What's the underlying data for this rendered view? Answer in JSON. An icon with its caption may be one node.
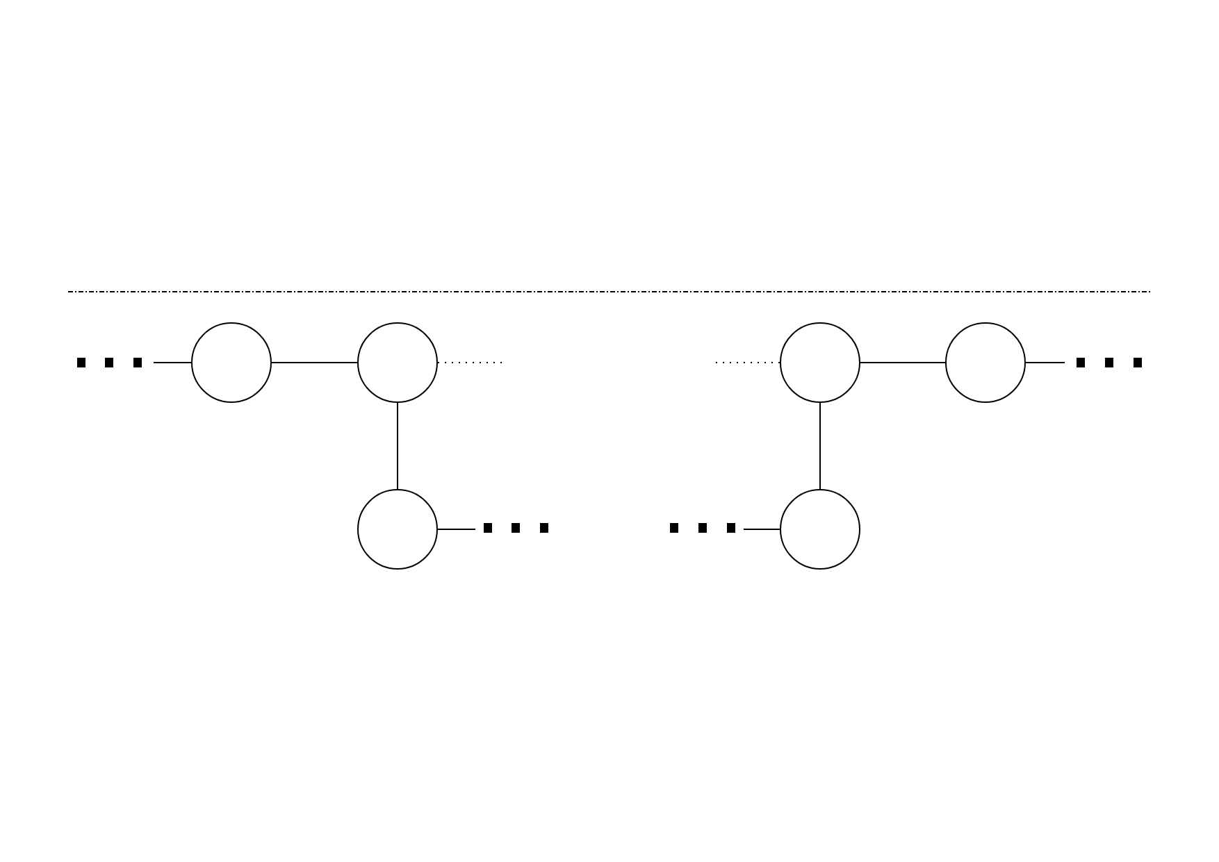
{
  "diagram": {
    "nodes": [
      {
        "text": [],
        "shape": "circle"
      },
      {
        "text": [],
        "shape": "circle"
      },
      {
        "text": [],
        "shape": "circle"
      },
      {
        "text": [],
        "shape": "circle"
      },
      {
        "text": [],
        "shape": "circle"
      },
      {
        "text": [],
        "shape": "circle"
      }
    ],
    "edges": [
      {
        "from": null,
        "to": 0,
        "arrow": "none"
      },
      {
        "from": 0,
        "to": 1,
        "arrow": "none"
      },
      {
        "from": 1,
        "to": null,
        "arrow": "none",
        "style": "dashed"
      },
      {
        "from": 1,
        "to": 2,
        "arrow": "none"
      },
      {
        "from": 2,
        "to": null,
        "arrow": "none"
      },
      {
        "from": null,
        "to": 3,
        "arrow": "none",
        "style": "dashed"
      },
      {
        "from": 3,
        "to": 4,
        "arrow": "none"
      },
      {
        "from": 4,
        "to": null,
        "arrow": "none"
      },
      {
        "from": null,
        "to": 5,
        "arrow": "none"
      },
      {
        "from": 3,
        "to": 5,
        "arrow": "none"
      }
    ]
  }
}
